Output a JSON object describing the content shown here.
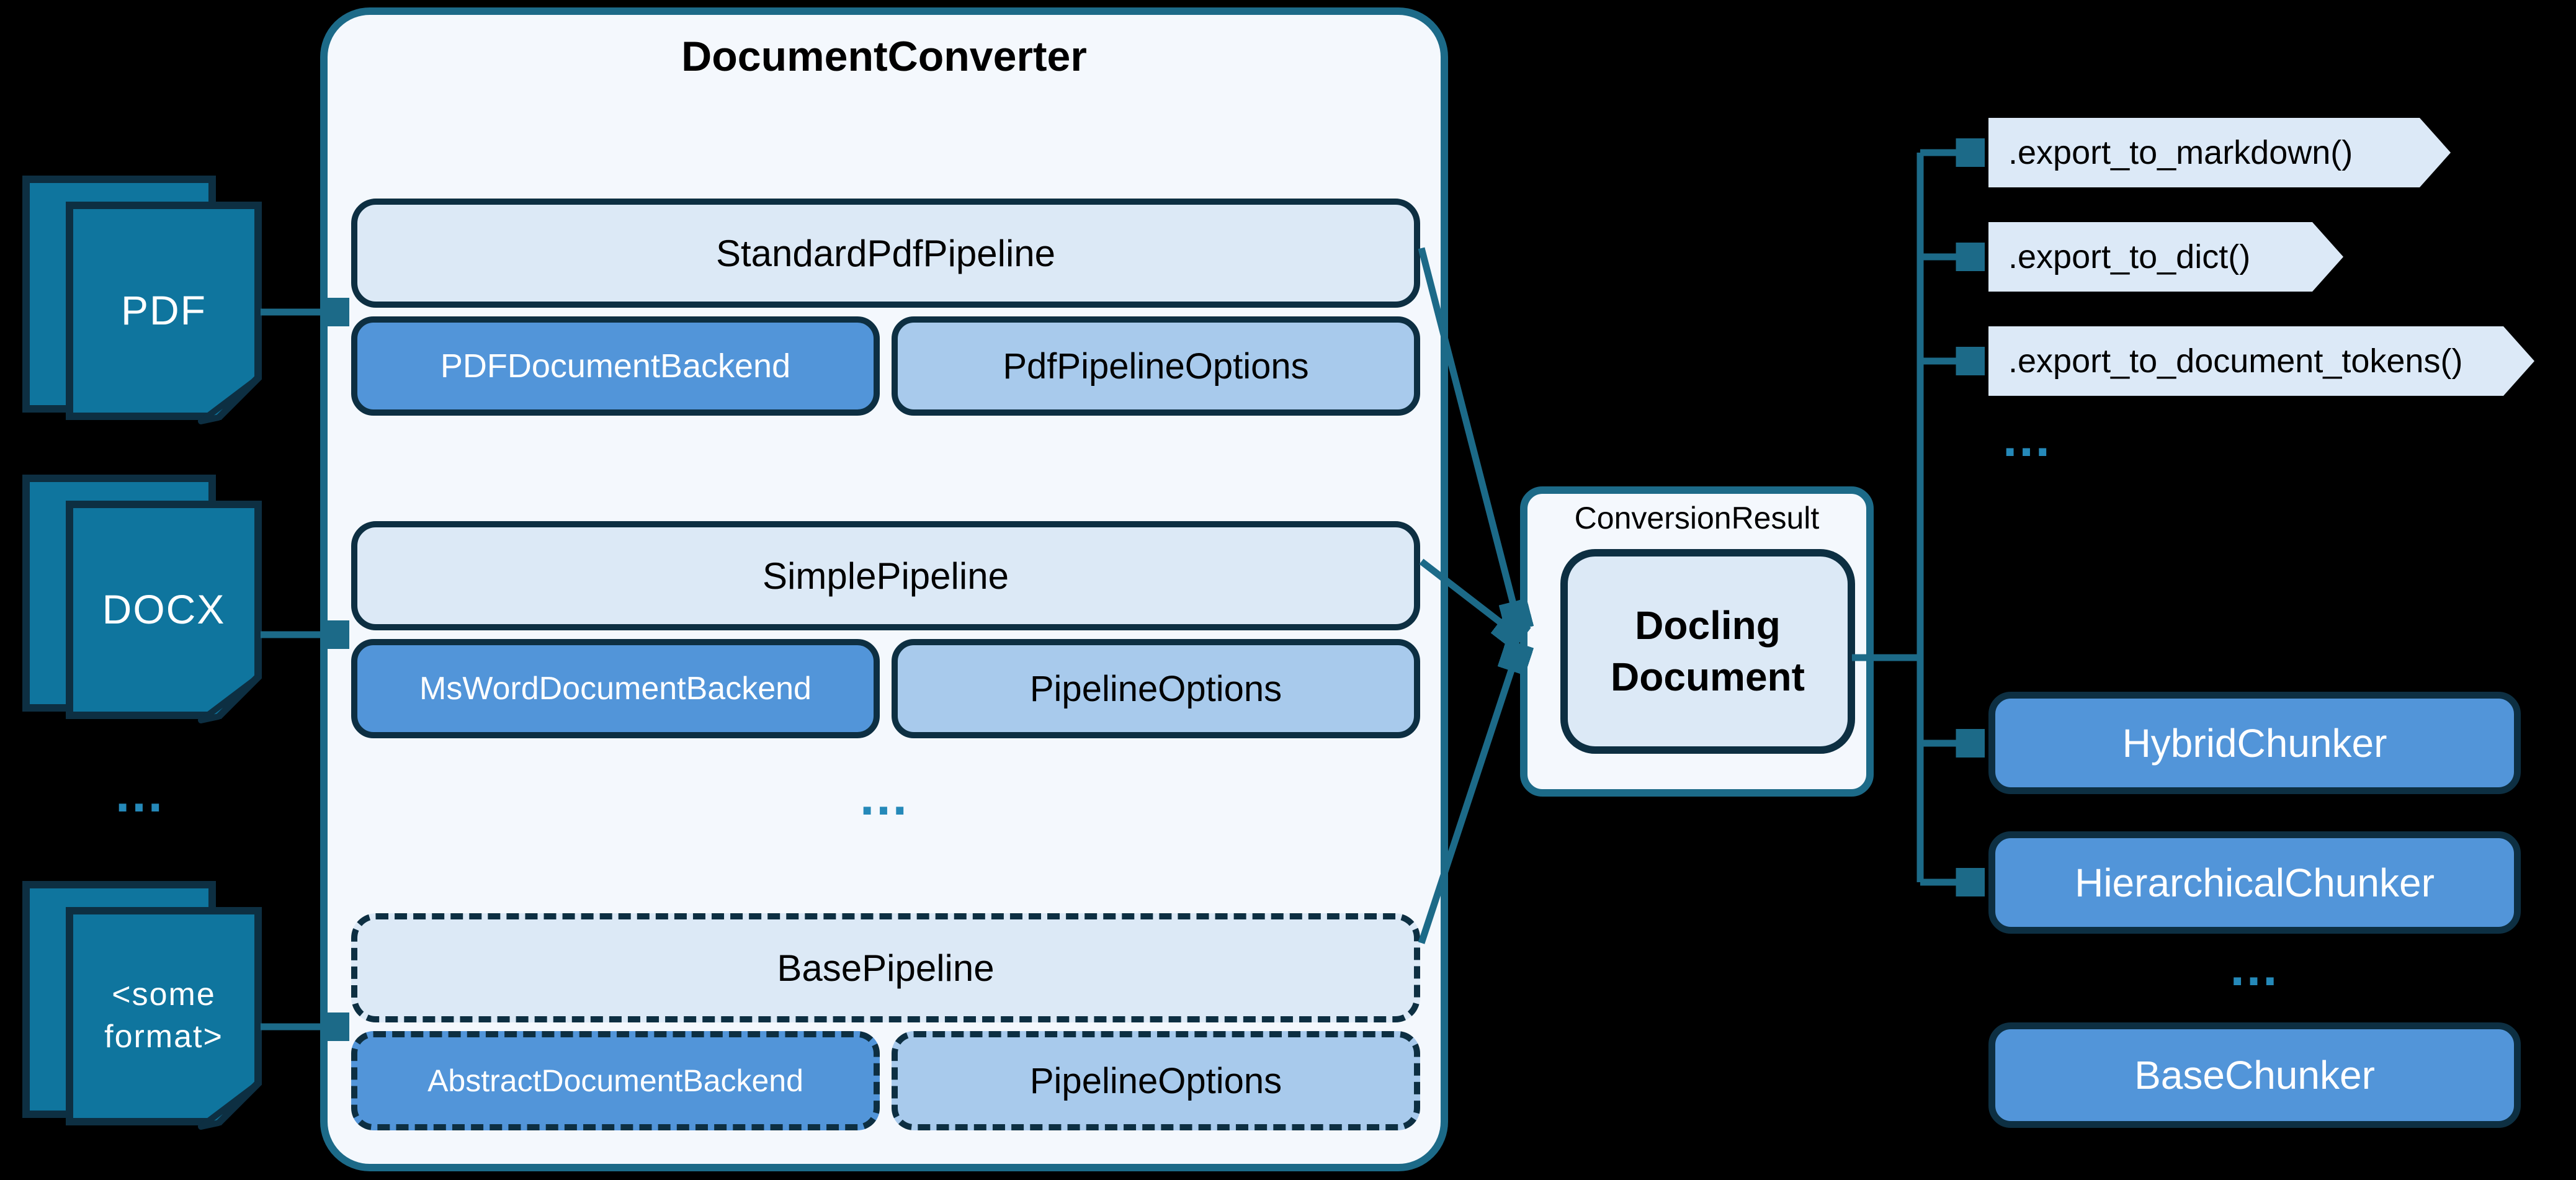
{
  "diagram": {
    "sources": [
      {
        "label": "PDF"
      },
      {
        "label": "DOCX"
      },
      {
        "label_line1": "<some",
        "label_line2": "format>"
      }
    ],
    "sources_ellipsis": "...",
    "converter": {
      "title": "DocumentConverter",
      "groups": [
        {
          "pipeline": "StandardPdfPipeline",
          "backend": "PDFDocumentBackend",
          "options": "PdfPipelineOptions"
        },
        {
          "pipeline": "SimplePipeline",
          "backend": "MsWordDocumentBackend",
          "options": "PipelineOptions"
        },
        {
          "pipeline": "BasePipeline",
          "backend": "AbstractDocumentBackend",
          "options": "PipelineOptions"
        }
      ],
      "ellipsis": "..."
    },
    "result": {
      "label": "ConversionResult",
      "document_line1": "Docling",
      "document_line2": "Document"
    },
    "exports": {
      "items": [
        ".export_to_markdown()",
        ".export_to_dict()",
        ".export_to_document_tokens()"
      ],
      "ellipsis": "..."
    },
    "chunkers": {
      "items": [
        "HybridChunker",
        "HierarchicalChunker",
        "BaseChunker"
      ],
      "ellipsis": "..."
    }
  },
  "colors": {
    "background": "#000000",
    "source_document_fill": "#0F759E",
    "outline_navy": "#0D2F42",
    "container_fill": "#F4F8FD",
    "container_border": "#1C6A88",
    "pipeline_fill": "#DCE9F6",
    "backend_fill": "#5295D9",
    "options_fill": "#A8CAEC",
    "export_banner_fill": "#DCE9F7",
    "connector_line": "#1C6A88",
    "ellipsis_dots": "#2589B9"
  }
}
